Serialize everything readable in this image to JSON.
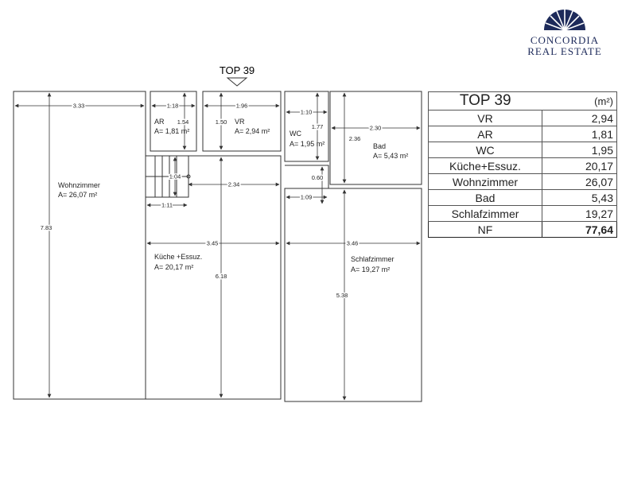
{
  "logo": {
    "line1": "CONCORDIA",
    "line2": "REAL ESTATE",
    "icon": "fan-arch-logo",
    "color": "#1d2a5a"
  },
  "plan": {
    "top_label": "TOP 39",
    "rooms": [
      {
        "name": "AR",
        "area": "A= 1,81 m²"
      },
      {
        "name": "VR",
        "area": "A= 2,94 m²"
      },
      {
        "name": "WC",
        "area": "A= 1,95 m²"
      },
      {
        "name": "Bad",
        "area": "A= 5,43 m²"
      },
      {
        "name": "Wohnzimmer",
        "area": "A= 26,07 m²"
      },
      {
        "name": "Küche +Essuz.",
        "area": "A= 20,17 m²"
      },
      {
        "name": "Schlafzimmer",
        "area": "A= 19,27 m²"
      }
    ],
    "dims": [
      "3.33",
      "1.18",
      "1.54",
      "1.96",
      "1.50",
      "1.10",
      "1.77",
      "2.30",
      "2.36",
      "1.04",
      "2.34",
      "0.60",
      "1.09",
      "1.11",
      "7.83",
      "3.45",
      "6.18",
      "3.46",
      "5.38"
    ]
  },
  "table": {
    "title": "TOP 39",
    "unit": "(m²)",
    "rows": [
      {
        "name": "VR",
        "value": "2,94"
      },
      {
        "name": "AR",
        "value": "1,81"
      },
      {
        "name": "WC",
        "value": "1,95"
      },
      {
        "name": "Küche+Essuz.",
        "value": "20,17"
      },
      {
        "name": "Wohnzimmer",
        "value": "26,07"
      },
      {
        "name": "Bad",
        "value": "5,43"
      },
      {
        "name": "Schlafzimmer",
        "value": "19,27"
      }
    ],
    "total": {
      "name": "NF",
      "value": "77,64"
    }
  }
}
